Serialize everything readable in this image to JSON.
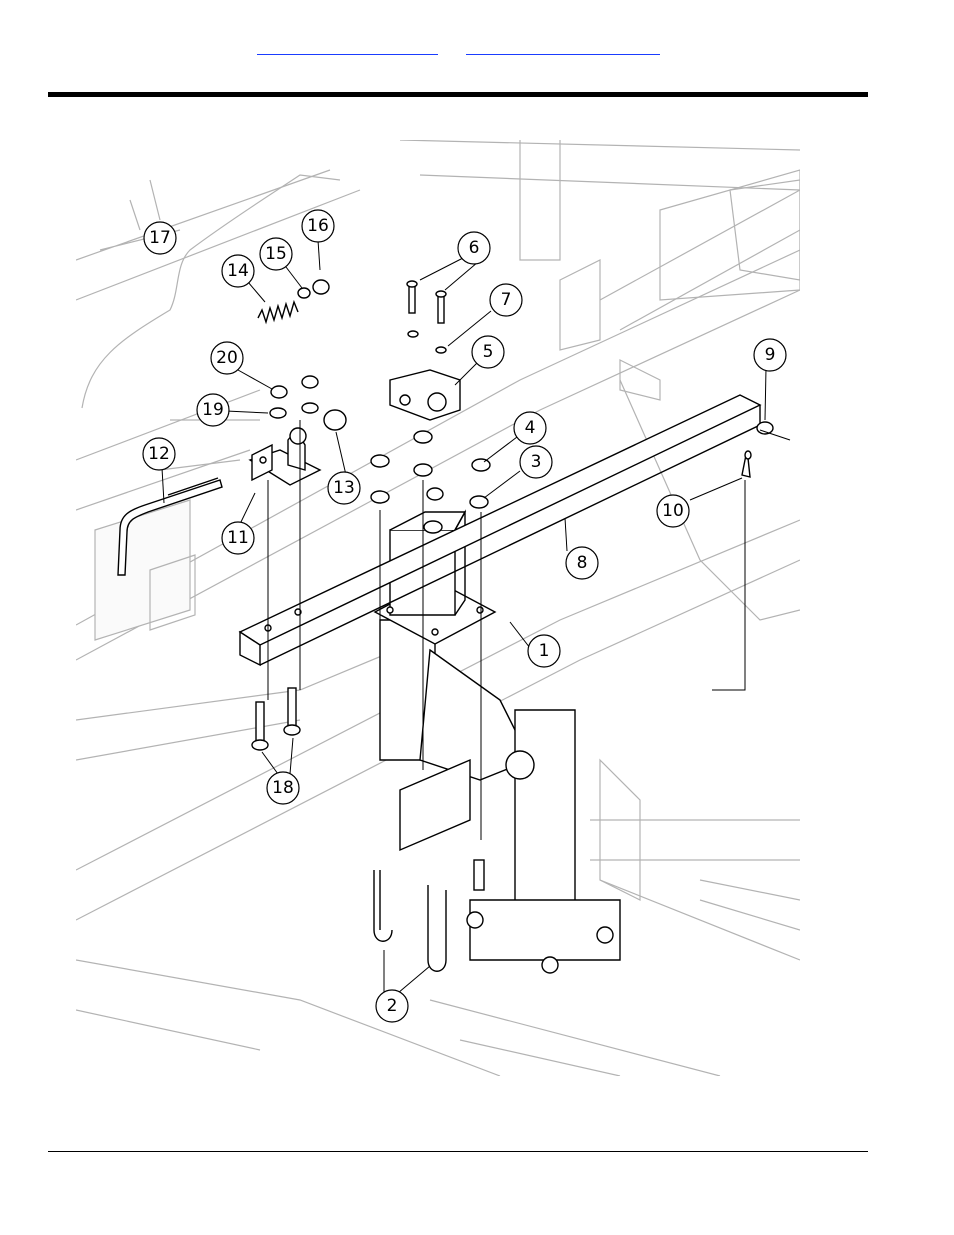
{
  "header": {
    "links": [
      {
        "label": ""
      },
      {
        "label": ""
      }
    ]
  },
  "diagram": {
    "callouts": [
      {
        "number": "1"
      },
      {
        "number": "2"
      },
      {
        "number": "3"
      },
      {
        "number": "4"
      },
      {
        "number": "5"
      },
      {
        "number": "6"
      },
      {
        "number": "7"
      },
      {
        "number": "8"
      },
      {
        "number": "9"
      },
      {
        "number": "10"
      },
      {
        "number": "11"
      },
      {
        "number": "12"
      },
      {
        "number": "13"
      },
      {
        "number": "14"
      },
      {
        "number": "15"
      },
      {
        "number": "16"
      },
      {
        "number": "17"
      },
      {
        "number": "18"
      },
      {
        "number": "19"
      },
      {
        "number": "20"
      }
    ]
  }
}
